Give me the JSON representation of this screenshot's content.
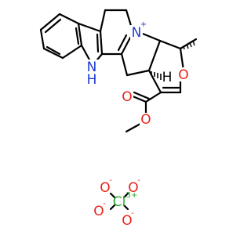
{
  "molecule": {
    "atoms": {
      "indole_nh": {
        "symbol": "N",
        "suffix": "H",
        "color": "#1f3bd1"
      },
      "quaternary_n": {
        "symbol": "N",
        "charge": "+",
        "color": "#1f3bd1"
      },
      "ring_oxygen": {
        "symbol": "O",
        "color": "#e8231a"
      },
      "stereo_h": {
        "symbol": "H",
        "color": "#000000"
      },
      "carbonyl_o": {
        "symbol": "O",
        "color": "#e8231a"
      },
      "ester_o": {
        "symbol": "O",
        "color": "#e8231a"
      }
    }
  },
  "counterion": {
    "central_atom": {
      "symbol": "Cl",
      "charge": "3+",
      "color": "#2fa52f"
    },
    "oxygens": [
      {
        "symbol": "O",
        "charge": "-",
        "color": "#e8231a"
      },
      {
        "symbol": "O",
        "charge": "-",
        "color": "#e8231a"
      },
      {
        "symbol": "O",
        "charge": "-",
        "color": "#e8231a"
      },
      {
        "symbol": "O",
        "charge": "-",
        "color": "#e8231a"
      }
    ]
  }
}
